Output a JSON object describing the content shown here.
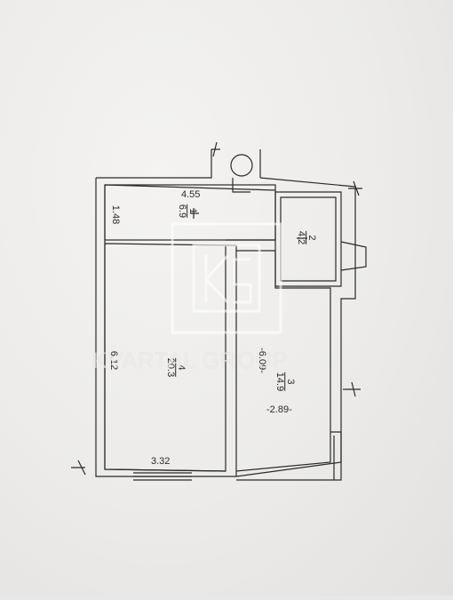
{
  "plan": {
    "dimensions": {
      "hall_width": "4.55",
      "hall_depth": "1.48",
      "room_height": "6.12",
      "room_width": "3.32",
      "kitchen_height": "-6.09-",
      "kitchen_width": "-2.89-"
    },
    "rooms": {
      "r1": {
        "num": "1",
        "area": "6.9"
      },
      "r2": {
        "num": "2",
        "area": "4.2"
      },
      "r3": {
        "num": "3",
        "area": "14.9"
      },
      "r4": {
        "num": "4",
        "area": "20.3"
      }
    }
  },
  "watermark": {
    "text": "KVARTAL GROUP",
    "logo_letters": "KG"
  },
  "colors": {
    "paper": "#ecebe9",
    "line": "#2a2a2a",
    "watermark": "#ffffff"
  }
}
